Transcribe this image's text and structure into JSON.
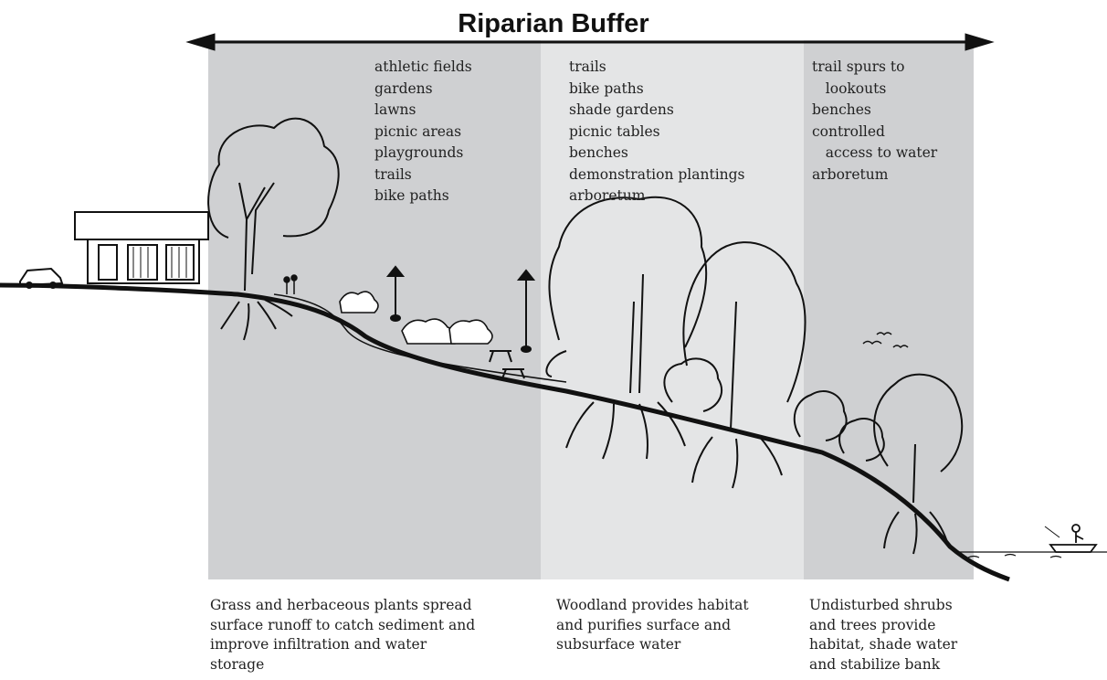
{
  "title": "Riparian Buffer",
  "zones": [
    {
      "name": "zone-upland",
      "uses": [
        "athletic fields",
        "gardens",
        "lawns",
        "picnic areas",
        "playgrounds",
        "trails",
        "bike paths"
      ],
      "caption": [
        "Grass and herbaceous plants spread",
        "surface runoff to catch sediment and",
        "improve infiltration and water",
        "storage"
      ]
    },
    {
      "name": "zone-woodland",
      "uses": [
        "trails",
        "bike paths",
        "shade gardens",
        "picnic tables",
        "benches",
        "demonstration plantings",
        "arboretum"
      ],
      "caption": [
        "Woodland provides habitat",
        "and purifies surface and",
        "subsurface water"
      ]
    },
    {
      "name": "zone-streamside",
      "uses": [
        "trail spurs to",
        "   lookouts",
        "benches",
        "controlled",
        "   access to water",
        "arboretum"
      ],
      "caption": [
        "Undisturbed shrubs",
        "and trees provide",
        "habitat, shade water",
        "and stabilize bank"
      ]
    }
  ],
  "colors": {
    "zone_dark": "#cfd0d2",
    "zone_light": "#e4e5e6",
    "ink": "#111111"
  }
}
